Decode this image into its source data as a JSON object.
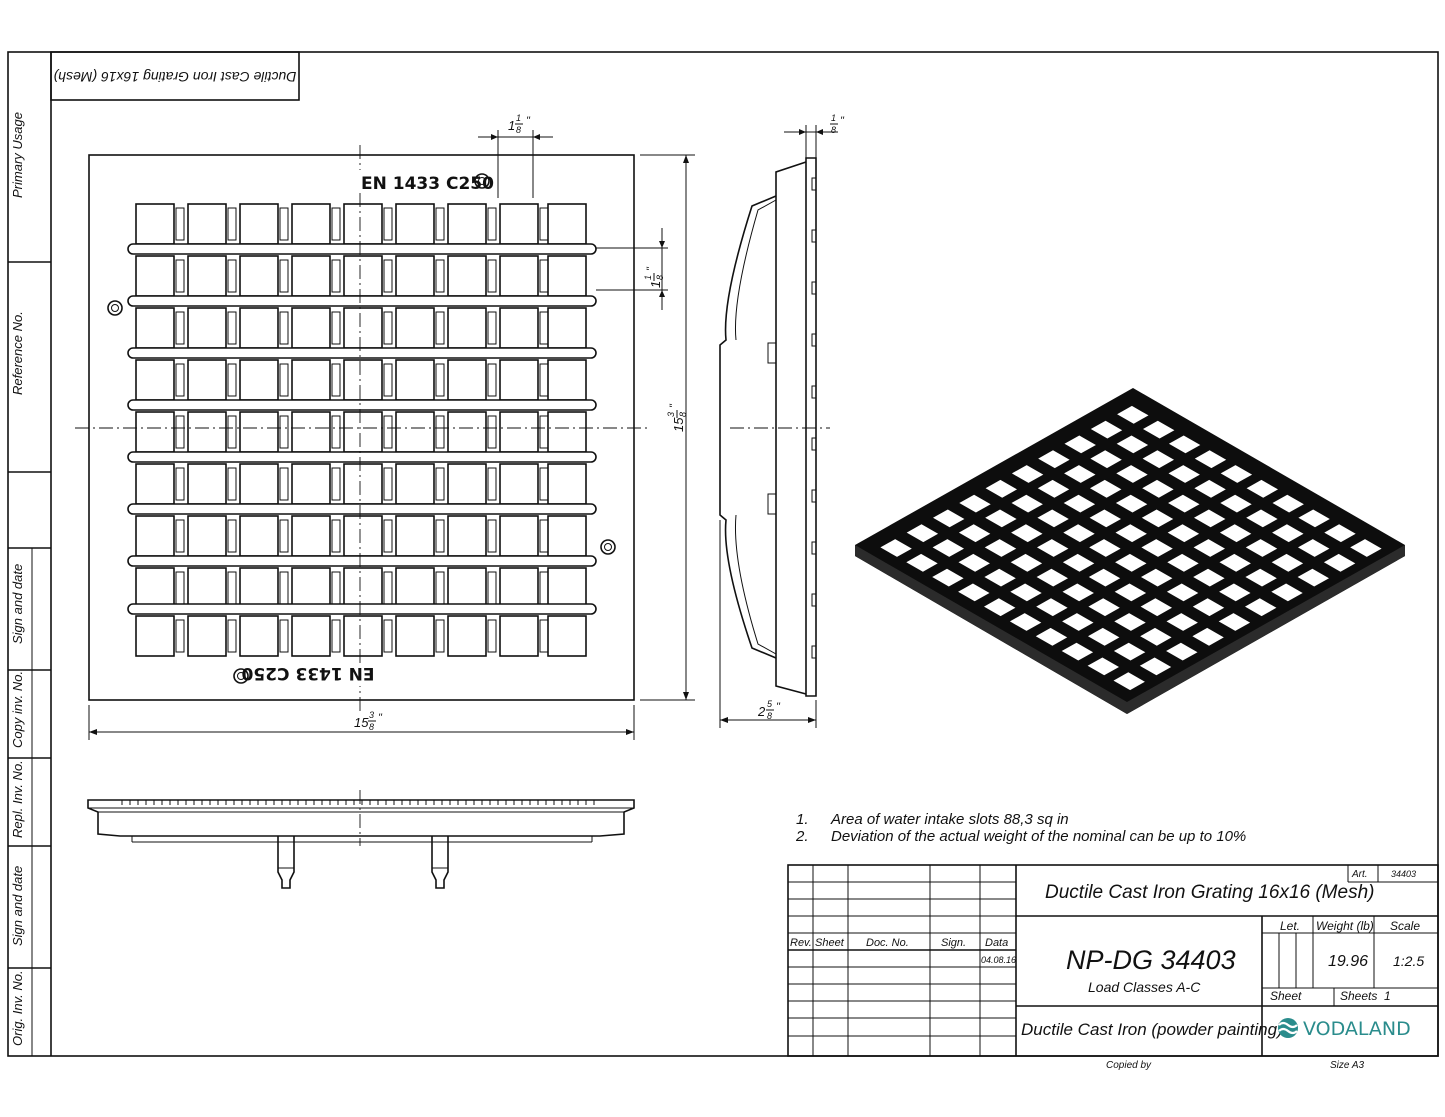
{
  "sidebar": {
    "primary_usage": "Primary Usage",
    "reference_no": "Reference No.",
    "sign_date_1": "Sign and date",
    "copy_inv_no": "Copy inv. No.",
    "repl_inv_no": "Repl. Inv. No.",
    "sign_date_2": "Sign and date",
    "orig_inv_no": "Orig. Inv. No."
  },
  "corner_label": "Ductile Cast Iron Grating 16x16 (Mesh)",
  "marking": {
    "top": "EN 1433 C250",
    "bottom": "EN 1433 C250"
  },
  "dimensions": {
    "slot_width": "1",
    "slot_width_num": "1",
    "slot_width_den": "8",
    "bar_pitch": "1",
    "bar_pitch_num": "1",
    "bar_pitch_den": "8",
    "height": "15",
    "height_num": "3",
    "height_den": "8",
    "width": "15",
    "width_num": "3",
    "width_den": "8",
    "thickness": "",
    "thickness_num": "1",
    "thickness_den": "8",
    "depth": "2",
    "depth_num": "5",
    "depth_den": "8"
  },
  "notes": {
    "n1_num": "1.",
    "n1": "Area of water intake slots 88,3 sq in",
    "n2_num": "2.",
    "n2": "Deviation of the actual weight of the nominal can be up to 10%"
  },
  "title_block": {
    "title": "Ductile Cast Iron Grating 16x16 (Mesh)",
    "art_label": "Art.",
    "art_value": "34403",
    "code": "NP-DG 34403",
    "subtitle": "Load Classes A-C",
    "let_label": "Let.",
    "weight_label": "Weight (lb)",
    "scale_label": "Scale",
    "weight_value": "19.96",
    "scale_value": "1:2.5",
    "sheet_label": "Sheet",
    "sheets_label": "Sheets",
    "sheets_value": "1",
    "material": "Ductile Cast Iron (powder painting)",
    "company": "VODALAND",
    "rev": "Rev.",
    "sheet_col": "Sheet",
    "doc_no": "Doc. No.",
    "sign": "Sign.",
    "date": "Data",
    "date_value": "04.08.16",
    "copied_by": "Copied by",
    "size": "Size A3"
  },
  "colors": {
    "line": "#111111",
    "brand": "#2a8c8c"
  }
}
